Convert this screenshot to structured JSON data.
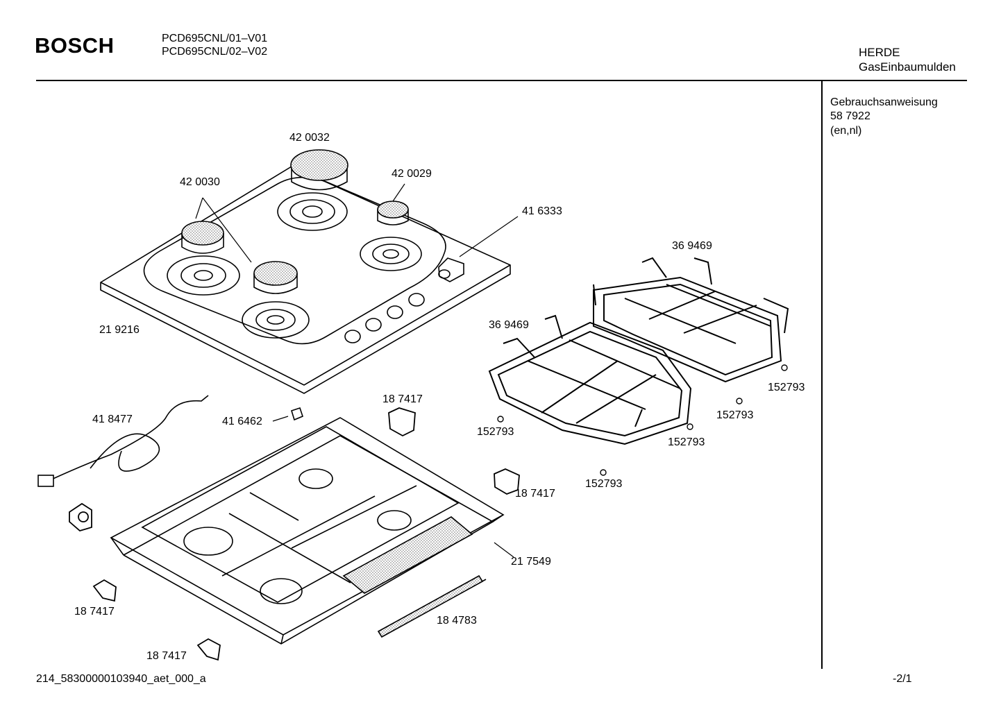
{
  "header": {
    "brand": "BOSCH",
    "model_line1": "PCD695CNL/01–V01",
    "model_line2": "PCD695CNL/02–V02",
    "category_line1": "HERDE",
    "category_line2": "GasEinbaumulden"
  },
  "sidebar": {
    "doc_title": "Gebrauchsanweisung",
    "doc_number": "58 7922",
    "doc_langs": "(en,nl)"
  },
  "parts": {
    "burner_cap_large": "42 0032",
    "burner_cap_medium": "42 0030",
    "burner_cap_small": "42 0029",
    "control_knob": "41 6333",
    "cooktop_surface": "21 9216",
    "pan_support_right": "36 9469",
    "pan_support_left": "36 9469",
    "cable": "41 8477",
    "knob_cap": "41 6462",
    "clip_top": "18 7417",
    "clip_right": "18 7417",
    "clip_bottom_left": "18 7417",
    "clip_bottom": "18 7417",
    "base_tray": "21 7549",
    "seal_strip": "18 4783",
    "foot_1": "152793",
    "foot_2": "152793",
    "foot_3": "152793",
    "foot_4": "152793",
    "foot_5": "152793"
  },
  "footer": {
    "file_id": "214_58300000103940_aet_000_a",
    "page": "-2/1"
  }
}
